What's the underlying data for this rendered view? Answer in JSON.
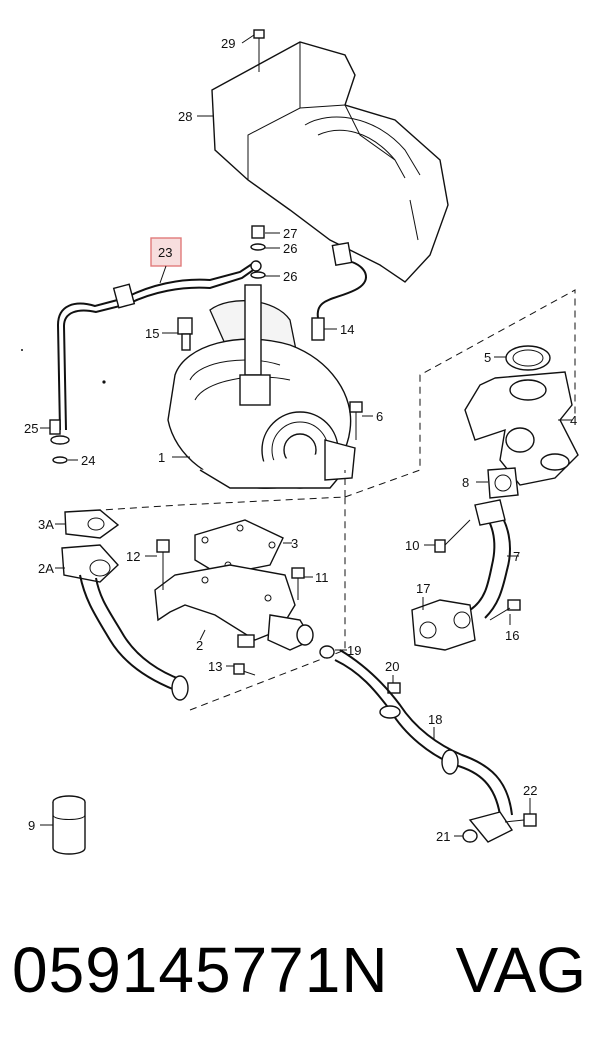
{
  "callouts": {
    "c1": "1",
    "c2": "2",
    "c2a": "2A",
    "c3": "3",
    "c3a": "3A",
    "c4": "4",
    "c5": "5",
    "c6": "6",
    "c7": "7",
    "c8": "8",
    "c9": "9",
    "c10": "10",
    "c11": "11",
    "c12": "12",
    "c13": "13",
    "c14": "14",
    "c15": "15",
    "c16": "16",
    "c17": "17",
    "c18": "18",
    "c19": "19",
    "c20": "20",
    "c21": "21",
    "c22": "22",
    "c23": "23",
    "c24": "24",
    "c25": "25",
    "c26a": "26",
    "c26b": "26",
    "c27": "27",
    "c28": "28",
    "c29": "29"
  },
  "highlight_color": "#e07a7a",
  "footer": {
    "part_number": "059145771N",
    "brand": "VAG"
  }
}
